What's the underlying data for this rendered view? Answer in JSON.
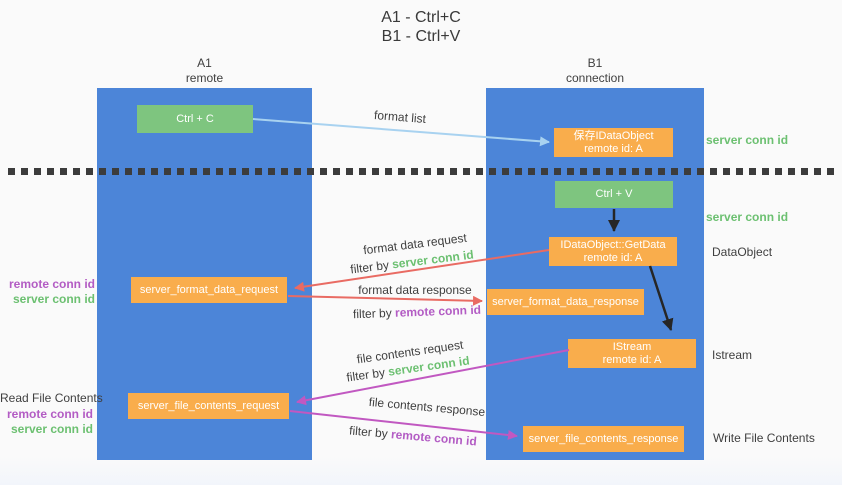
{
  "title": {
    "line1": "A1 - Ctrl+C",
    "line2": "B1 - Ctrl+V"
  },
  "columns": {
    "a": {
      "id": "A1",
      "sub": "remote"
    },
    "b": {
      "id": "B1",
      "sub": "connection"
    }
  },
  "boxes": {
    "ctrl_c": "Ctrl + C",
    "ctrl_v": "Ctrl + V",
    "save_dataobject": {
      "line1": "保存IDataObject",
      "line2": "remote id: A"
    },
    "getdata": {
      "line1": "IDataObject::GetData",
      "line2": "remote id: A"
    },
    "istream": {
      "line1": "IStream",
      "line2": "remote id: A"
    },
    "format_request": "server_format_data_request",
    "format_response": "server_format_data_response",
    "file_request": "server_file_contents_request",
    "file_response": "server_file_contents_response"
  },
  "labels": {
    "format_list": "format list",
    "format_data_request": "format data request",
    "format_data_response": "format data response",
    "file_contents_request": "file contents request",
    "file_contents_response": "file contents response",
    "filter_by": "filter by ",
    "server_conn_id": "server conn id",
    "remote_conn_id": "remote conn id",
    "dataobject": "DataObject",
    "istream": "Istream",
    "read_file_contents": "Read File Contents",
    "write_file_contents": "Write File Contents"
  },
  "colors": {
    "column_blue": "#4c85d8",
    "box_green": "#7ec57f",
    "box_orange": "#f9ad4c",
    "arrow_light_blue": "#a8d2f0",
    "arrow_red": "#e96b63",
    "arrow_purple": "#c158c1",
    "arrow_black": "#262626",
    "text_green": "#6cc071",
    "text_purple": "#b35cc4",
    "text_dark": "#3f3f3f",
    "divider": "#3c3c3c",
    "background": "#fafafa"
  }
}
